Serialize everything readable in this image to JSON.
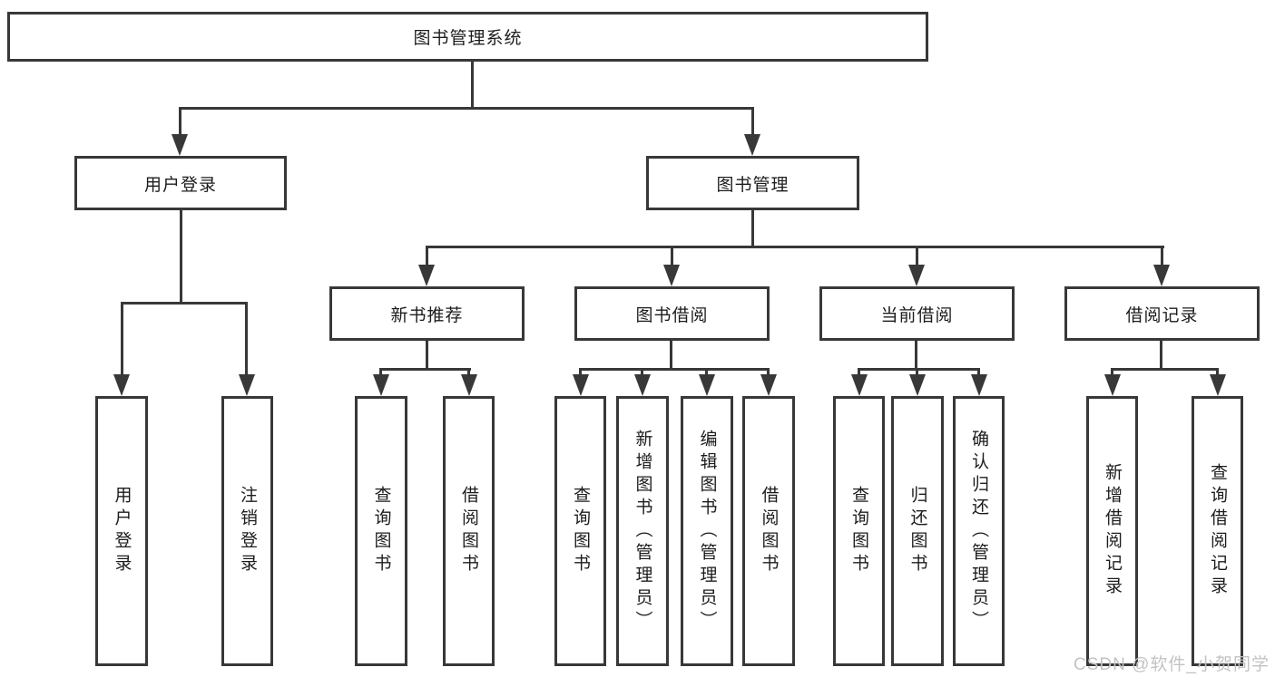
{
  "root": {
    "label": "图书管理系统"
  },
  "level2": [
    {
      "label": "用户登录"
    },
    {
      "label": "图书管理"
    }
  ],
  "level3": [
    {
      "label": "新书推荐"
    },
    {
      "label": "图书借阅"
    },
    {
      "label": "当前借阅"
    },
    {
      "label": "借阅记录"
    }
  ],
  "leaves": [
    {
      "label": "用户登录"
    },
    {
      "label": "注销登录"
    },
    {
      "label": "查询图书"
    },
    {
      "label": "借阅图书"
    },
    {
      "label": "查询图书"
    },
    {
      "label": "新增图书（管理员）"
    },
    {
      "label": "编辑图书（管理员）"
    },
    {
      "label": "借阅图书"
    },
    {
      "label": "查询图书"
    },
    {
      "label": "归还图书"
    },
    {
      "label": "确认归还（管理员）"
    },
    {
      "label": "新增借阅记录"
    },
    {
      "label": "查询借阅记录"
    }
  ],
  "watermark": {
    "text": "CSDN @软件_小贺同学"
  },
  "colors": {
    "line": "#383838",
    "box_border": "#383838",
    "text": "#1c1c1c",
    "watermark": "#c3c3c3",
    "background": "#ffffff"
  }
}
